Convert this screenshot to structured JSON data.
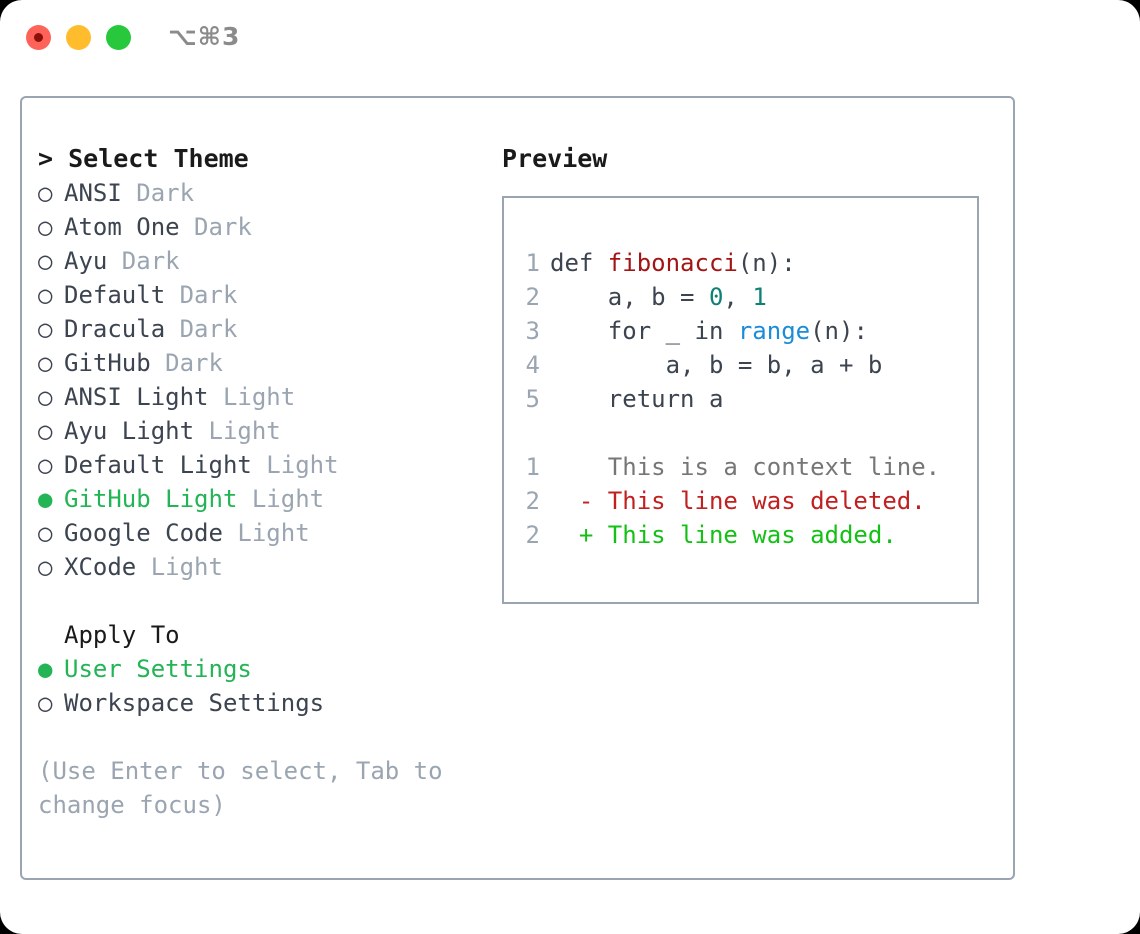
{
  "titlebar": {
    "shortcut": "⌥⌘3",
    "lights": [
      "close",
      "minimize",
      "zoom"
    ]
  },
  "theme_picker": {
    "heading": "> Select Theme",
    "options": [
      {
        "bullet": "○",
        "label": "ANSI",
        "tag": "Dark",
        "selected": false
      },
      {
        "bullet": "○",
        "label": "Atom One",
        "tag": "Dark",
        "selected": false
      },
      {
        "bullet": "○",
        "label": "Ayu",
        "tag": "Dark",
        "selected": false
      },
      {
        "bullet": "○",
        "label": "Default",
        "tag": "Dark",
        "selected": false
      },
      {
        "bullet": "○",
        "label": "Dracula",
        "tag": "Dark",
        "selected": false
      },
      {
        "bullet": "○",
        "label": "GitHub",
        "tag": "Dark",
        "selected": false
      },
      {
        "bullet": "○",
        "label": "ANSI Light",
        "tag": "Light",
        "selected": false
      },
      {
        "bullet": "○",
        "label": "Ayu Light",
        "tag": "Light",
        "selected": false
      },
      {
        "bullet": "○",
        "label": "Default Light",
        "tag": "Light",
        "selected": false
      },
      {
        "bullet": "●",
        "label": "GitHub Light",
        "tag": "Light",
        "selected": true
      },
      {
        "bullet": "○",
        "label": "Google Code",
        "tag": "Light",
        "selected": false
      },
      {
        "bullet": "○",
        "label": "XCode",
        "tag": "Light",
        "selected": false
      }
    ]
  },
  "apply_to": {
    "heading": "Apply To",
    "options": [
      {
        "bullet": "●",
        "label": "User Settings",
        "selected": true
      },
      {
        "bullet": "○",
        "label": "Workspace Settings",
        "selected": false
      }
    ]
  },
  "hint": "(Use Enter to select, Tab to change focus)",
  "preview": {
    "title": "Preview",
    "code_lines": [
      {
        "num": "1",
        "segments": [
          {
            "text": "def ",
            "style": "plain"
          },
          {
            "text": "fibonacci",
            "style": "fn"
          },
          {
            "text": "(n):",
            "style": "plain"
          }
        ]
      },
      {
        "num": "2",
        "segments": [
          {
            "text": "    a, b = ",
            "style": "plain"
          },
          {
            "text": "0",
            "style": "num"
          },
          {
            "text": ", ",
            "style": "plain"
          },
          {
            "text": "1",
            "style": "num"
          }
        ]
      },
      {
        "num": "3",
        "segments": [
          {
            "text": "    for _ in ",
            "style": "plain"
          },
          {
            "text": "range",
            "style": "kw"
          },
          {
            "text": "(n):",
            "style": "plain"
          }
        ]
      },
      {
        "num": "4",
        "segments": [
          {
            "text": "        a, b = b, a + b",
            "style": "plain"
          }
        ]
      },
      {
        "num": "5",
        "segments": [
          {
            "text": "    return a",
            "style": "plain"
          }
        ]
      }
    ],
    "diff_lines": [
      {
        "num": "1",
        "marker": "  ",
        "text": "This is a context line.",
        "kind": "ctx"
      },
      {
        "num": "2",
        "marker": "- ",
        "text": "This line was deleted.",
        "kind": "del"
      },
      {
        "num": "2",
        "marker": "+ ",
        "text": "This line was added.",
        "kind": "add"
      }
    ]
  },
  "colors": {
    "accent_green": "#22b455",
    "muted": "#9aa5b1",
    "text": "#3c4450",
    "border": "#9aa5b1",
    "fn_red": "#a31515",
    "num_teal": "#0f8076",
    "kw_blue": "#1a8cd8",
    "diff_add": "#15c015",
    "diff_del": "#c02020",
    "diff_ctx": "#767676"
  }
}
